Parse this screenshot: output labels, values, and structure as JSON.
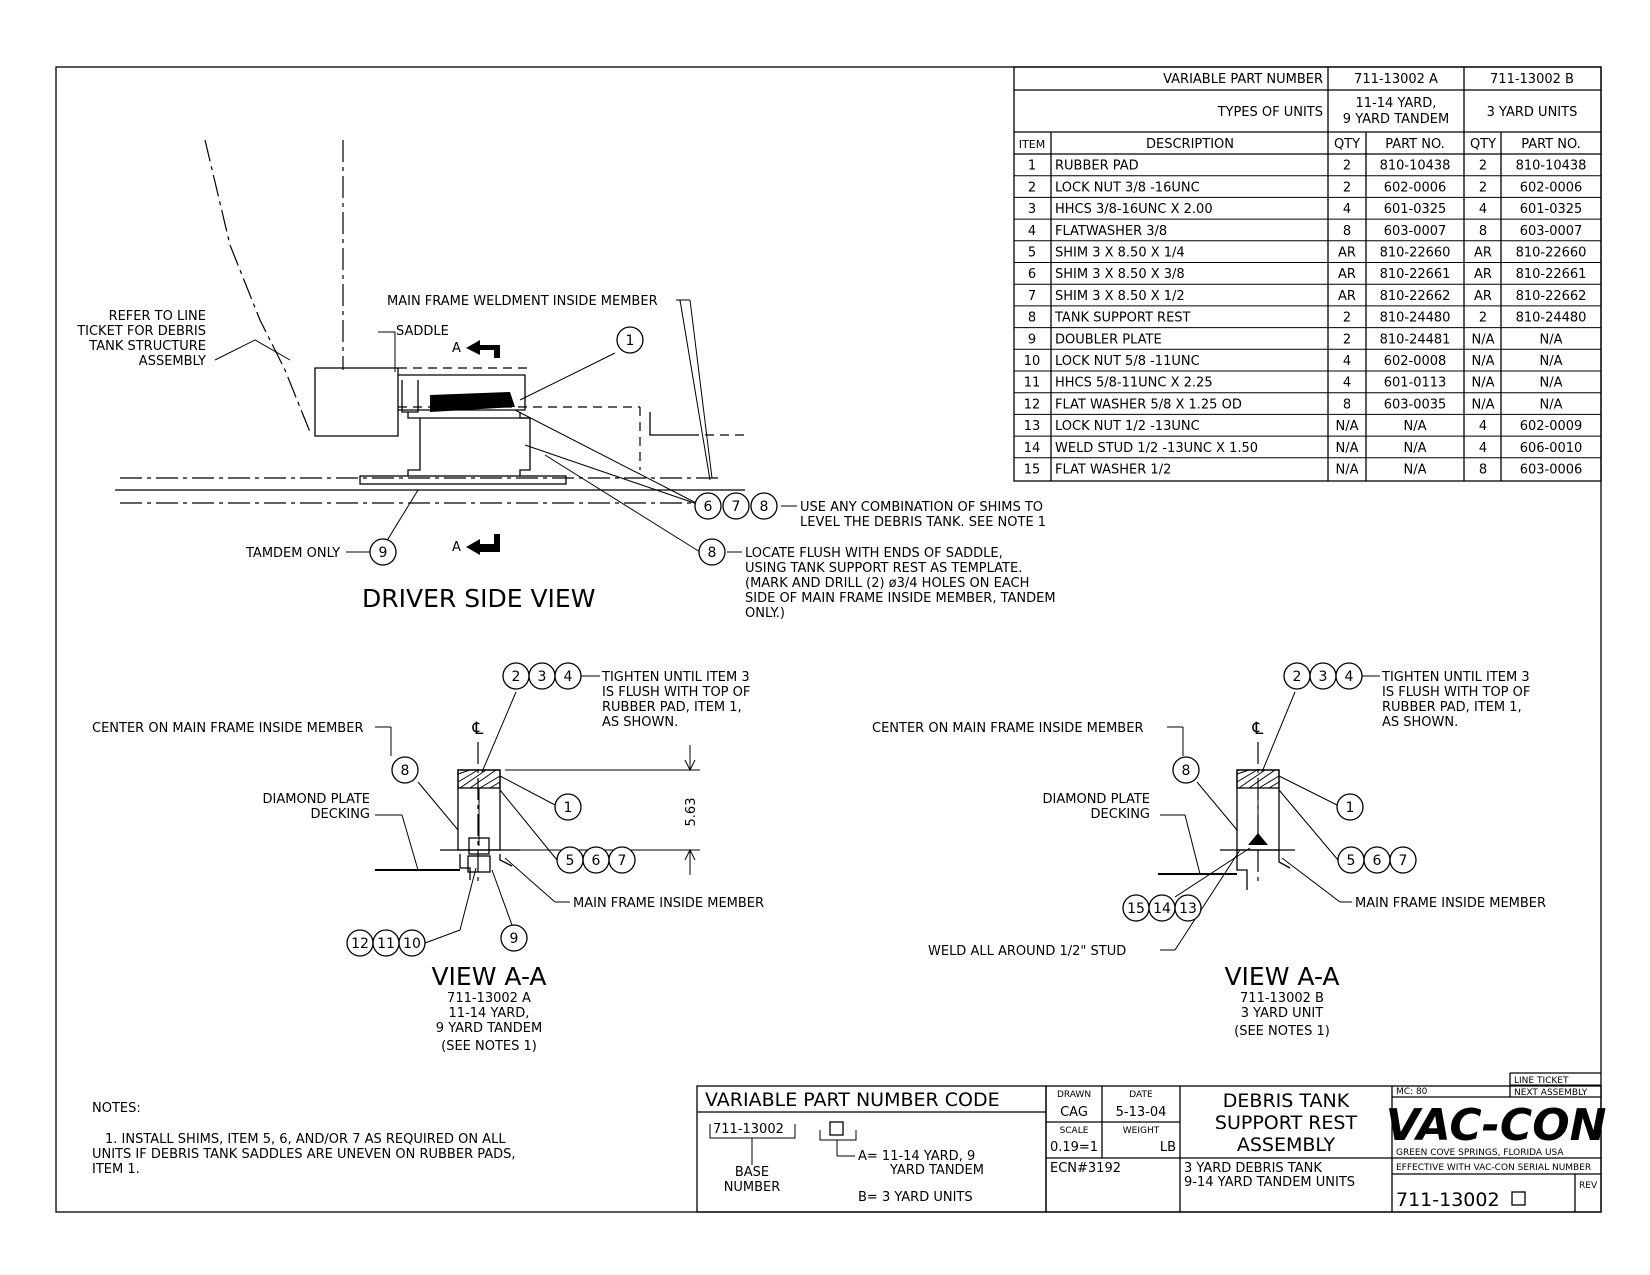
{
  "bom": {
    "header_vpn_label": "VARIABLE PART NUMBER",
    "vpn_a": "711-13002 A",
    "vpn_b": "711-13002 B",
    "types_label": "TYPES OF UNITS",
    "type_a_line1": "11-14 YARD,",
    "type_a_line2": "9 YARD TANDEM",
    "type_b": "3 YARD UNITS",
    "col_item": "ITEM",
    "col_desc": "DESCRIPTION",
    "col_qty": "QTY",
    "col_part": "PART NO.",
    "rows": [
      {
        "item": "1",
        "desc": "RUBBER PAD",
        "qa": "2",
        "pa": "810-10438",
        "qb": "2",
        "pb": "810-10438"
      },
      {
        "item": "2",
        "desc": "LOCK NUT 3/8 -16UNC",
        "qa": "2",
        "pa": "602-0006",
        "qb": "2",
        "pb": "602-0006"
      },
      {
        "item": "3",
        "desc": "HHCS 3/8-16UNC X 2.00",
        "qa": "4",
        "pa": "601-0325",
        "qb": "4",
        "pb": "601-0325"
      },
      {
        "item": "4",
        "desc": "FLATWASHER 3/8",
        "qa": "8",
        "pa": "603-0007",
        "qb": "8",
        "pb": "603-0007"
      },
      {
        "item": "5",
        "desc": "SHIM 3 X 8.50 X 1/4",
        "qa": "AR",
        "pa": "810-22660",
        "qb": "AR",
        "pb": "810-22660"
      },
      {
        "item": "6",
        "desc": "SHIM 3 X 8.50 X 3/8",
        "qa": "AR",
        "pa": "810-22661",
        "qb": "AR",
        "pb": "810-22661"
      },
      {
        "item": "7",
        "desc": "SHIM 3 X 8.50 X 1/2",
        "qa": "AR",
        "pa": "810-22662",
        "qb": "AR",
        "pb": "810-22662"
      },
      {
        "item": "8",
        "desc": "TANK SUPPORT REST",
        "qa": "2",
        "pa": "810-24480",
        "qb": "2",
        "pb": "810-24480"
      },
      {
        "item": "9",
        "desc": "DOUBLER PLATE",
        "qa": "2",
        "pa": "810-24481",
        "qb": "N/A",
        "pb": "N/A"
      },
      {
        "item": "10",
        "desc": "LOCK NUT 5/8 -11UNC",
        "qa": "4",
        "pa": "602-0008",
        "qb": "N/A",
        "pb": "N/A"
      },
      {
        "item": "11",
        "desc": "HHCS 5/8-11UNC X 2.25",
        "qa": "4",
        "pa": "601-0113",
        "qb": "N/A",
        "pb": "N/A"
      },
      {
        "item": "12",
        "desc": "FLAT WASHER 5/8 X 1.25 OD",
        "qa": "8",
        "pa": "603-0035",
        "qb": "N/A",
        "pb": "N/A"
      },
      {
        "item": "13",
        "desc": "LOCK NUT 1/2 -13UNC",
        "qa": "N/A",
        "pa": "N/A",
        "qb": "4",
        "pb": "602-0009"
      },
      {
        "item": "14",
        "desc": "WELD STUD  1/2 -13UNC X 1.50",
        "qa": "N/A",
        "pa": "N/A",
        "qb": "4",
        "pb": "606-0010"
      },
      {
        "item": "15",
        "desc": "FLAT WASHER 1/2",
        "qa": "N/A",
        "pa": "N/A",
        "qb": "8",
        "pb": "603-0006"
      }
    ]
  },
  "driver_view": {
    "title": "DRIVER SIDE VIEW",
    "refer_l1": "REFER TO LINE",
    "refer_l2": "TICKET FOR DEBRIS",
    "refer_l3": "TANK STRUCTURE",
    "refer_l4": "ASSEMBLY",
    "main_frame": "MAIN FRAME WELDMENT INSIDE MEMBER",
    "saddle": "SADDLE",
    "section_a": "A",
    "tamdem": "TAMDEM ONLY",
    "shims_l1": "USE ANY COMBINATION OF SHIMS TO",
    "shims_l2": "LEVEL THE DEBRIS TANK. SEE NOTE 1",
    "locate_l1": "LOCATE FLUSH WITH ENDS OF SADDLE,",
    "locate_l2": "USING TANK SUPPORT REST AS TEMPLATE.",
    "locate_l3": "(MARK AND DRILL (2) ø3/4 HOLES ON EACH",
    "locate_l4": "SIDE OF MAIN FRAME INSIDE MEMBER, TANDEM",
    "locate_l5": "ONLY.)",
    "balloons": [
      "1",
      "6",
      "7",
      "8",
      "8",
      "9"
    ]
  },
  "view_a": {
    "title": "VIEW A-A",
    "sub_l1": "711-13002 A",
    "sub_l2": "11-14 YARD,",
    "sub_l3": "9 YARD TANDEM",
    "sub_l4": "(SEE NOTES 1)",
    "center": "CENTER ON MAIN FRAME INSIDE MEMBER",
    "diamond_l1": "DIAMOND PLATE",
    "diamond_l2": "DECKING",
    "tighten_l1": "TIGHTEN UNTIL ITEM 3",
    "tighten_l2": "IS FLUSH WITH TOP OF",
    "tighten_l3": "RUBBER PAD, ITEM 1,",
    "tighten_l4": "AS SHOWN.",
    "main_member": "MAIN FRAME INSIDE MEMBER",
    "dim": "5.63",
    "cl": "℄",
    "balloons": [
      "2",
      "3",
      "4",
      "8",
      "1",
      "5",
      "6",
      "7",
      "12",
      "11",
      "10",
      "9"
    ]
  },
  "view_b": {
    "title": "VIEW A-A",
    "sub_l1": "711-13002 B",
    "sub_l2": "3 YARD UNIT",
    "sub_l3": "(SEE NOTES 1)",
    "center": "CENTER ON MAIN FRAME INSIDE MEMBER",
    "diamond_l1": "DIAMOND PLATE",
    "diamond_l2": "DECKING",
    "tighten_l1": "TIGHTEN UNTIL ITEM 3",
    "tighten_l2": "IS FLUSH WITH TOP OF",
    "tighten_l3": "RUBBER PAD, ITEM 1,",
    "tighten_l4": "AS SHOWN.",
    "main_member": "MAIN FRAME INSIDE MEMBER",
    "weld": "WELD ALL AROUND 1/2\" STUD",
    "cl": "℄",
    "balloons": [
      "2",
      "3",
      "4",
      "8",
      "1",
      "5",
      "6",
      "7",
      "15",
      "14",
      "13"
    ]
  },
  "notes": {
    "title": "NOTES:",
    "n1_l1": "1. INSTALL SHIMS, ITEM 5, 6, AND/OR 7 AS REQUIRED ON ALL",
    "n1_l2": "UNITS IF DEBRIS TANK SADDLES ARE UNEVEN ON RUBBER PADS,",
    "n1_l3": "ITEM 1."
  },
  "code_box": {
    "title": "VARIABLE PART NUMBER CODE",
    "base_pn": "711-13002",
    "base_l1": "BASE",
    "base_l2": "NUMBER",
    "opt_a_l1": "A=  11-14 YARD, 9",
    "opt_a_l2": "YARD TANDEM",
    "opt_b": "B=  3 YARD UNITS"
  },
  "title_block": {
    "drawn_label": "DRAWN",
    "drawn": "CAG",
    "date_label": "DATE",
    "date": "5-13-04",
    "scale_label": "SCALE",
    "scale": "0.19=1",
    "weight_label": "WEIGHT",
    "weight_unit": "LB",
    "ecn": "ECN#3192",
    "title_l1": "DEBRIS TANK",
    "title_l2": "SUPPORT REST",
    "title_l3": "ASSEMBLY",
    "desc_l1": "3 YARD DEBRIS TANK",
    "desc_l2": "9-14 YARD TANDEM UNITS",
    "mc": "MC: 80",
    "line_ticket": "LINE TICKET",
    "next_assembly": "NEXT ASSEMBLY",
    "logo": "VAC-CON",
    "location": "GREEN COVE SPRINGS, FLORIDA USA",
    "effective": "EFFECTIVE WITH VAC-CON SERIAL NUMBER",
    "part_number": "711-13002",
    "rev_label": "REV"
  }
}
